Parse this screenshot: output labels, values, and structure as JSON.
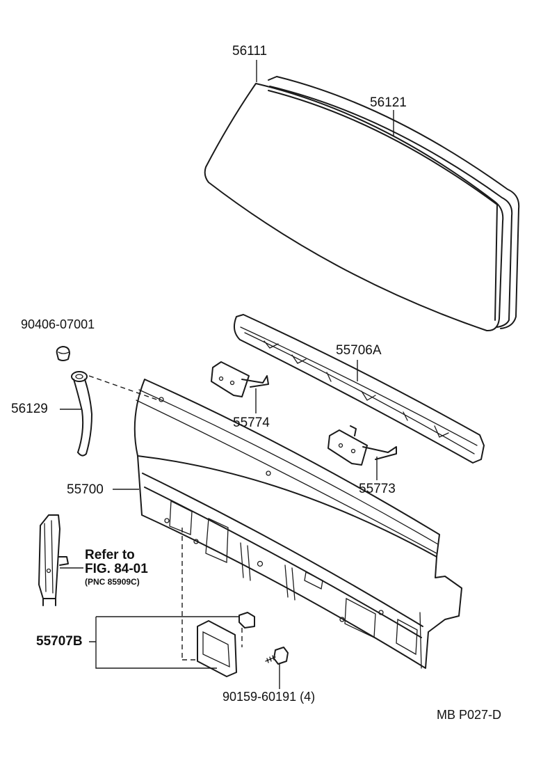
{
  "callouts": {
    "glass": "56111",
    "weatherstrip": "56121",
    "clip": "90406-07001",
    "hose": "56129",
    "panel_reinforcement": "55706A",
    "bracket_upper": "55774",
    "bracket_lower": "55773",
    "cowl_panel": "55700",
    "cover_assembly": "55707B",
    "bolt": "90159-60191 (4)"
  },
  "reference": {
    "line1": "Refer to",
    "line2": "FIG. 84-01",
    "line3": "(PNC 85909C)"
  },
  "figure_code": "MB P027-D"
}
